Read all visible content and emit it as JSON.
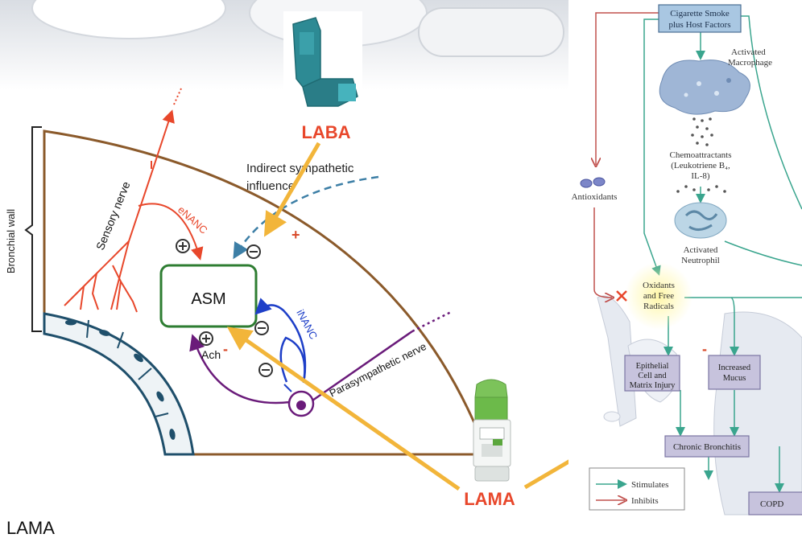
{
  "drugs": {
    "laba": "LABA",
    "lama": "LAMA"
  },
  "left_diagram": {
    "wall_label": "Bronchial wall",
    "sensory_nerve": "Sensory nerve",
    "enanc": "eNANC",
    "indirect_line1": "Indirect sympathetic",
    "indirect_line2": "influence",
    "plus_sign": "+",
    "asm": "ASM",
    "ach": "Ach",
    "ach_minus": "-",
    "inanc": "iNANC",
    "parasympathetic": "Parasympathetic nerve",
    "plus_symbol": "⊕",
    "minus_symbol": "⊖"
  },
  "right_diagram": {
    "top_box_line1": "Cigarette Smoke",
    "top_box_line2": "plus Host Factors",
    "macrophage_line1": "Activated",
    "macrophage_line2": "Macrophage",
    "chemo_line1": "Chemoattractants",
    "chemo_line2": "(Leukotriene B₄,",
    "chemo_line3": "IL-8)",
    "antioxidants": "Antioxidants",
    "neutrophil_line1": "Activated",
    "neutrophil_line2": "Neutrophil",
    "oxidants_line1": "Oxidants",
    "oxidants_line2": "and Free",
    "oxidants_line3": "Radicals",
    "epithelial_line1": "Epithelial",
    "epithelial_line2": "Cell and",
    "epithelial_line3": "Matrix Injury",
    "mucus_line1": "Increased",
    "mucus_line2": "Mucus",
    "mucus_minus": "-",
    "bronchitis": "Chronic Bronchitis",
    "legend_stimulates": "Stimulates",
    "legend_inhibits": "Inhibits",
    "copd": "COPD"
  },
  "colors": {
    "accent_red": "#e8472b",
    "arrow_yellow": "#f2b53a",
    "wall_brown": "#8b5a2b",
    "asm_green": "#2e7d32",
    "epithelium_navy": "#1f4f6b",
    "teal": "#3aa58e",
    "purple": "#6a1b7a",
    "blue": "#1e3fc8",
    "box_fill": "#c7c3dd"
  },
  "footer": {
    "label": "LAMA"
  }
}
